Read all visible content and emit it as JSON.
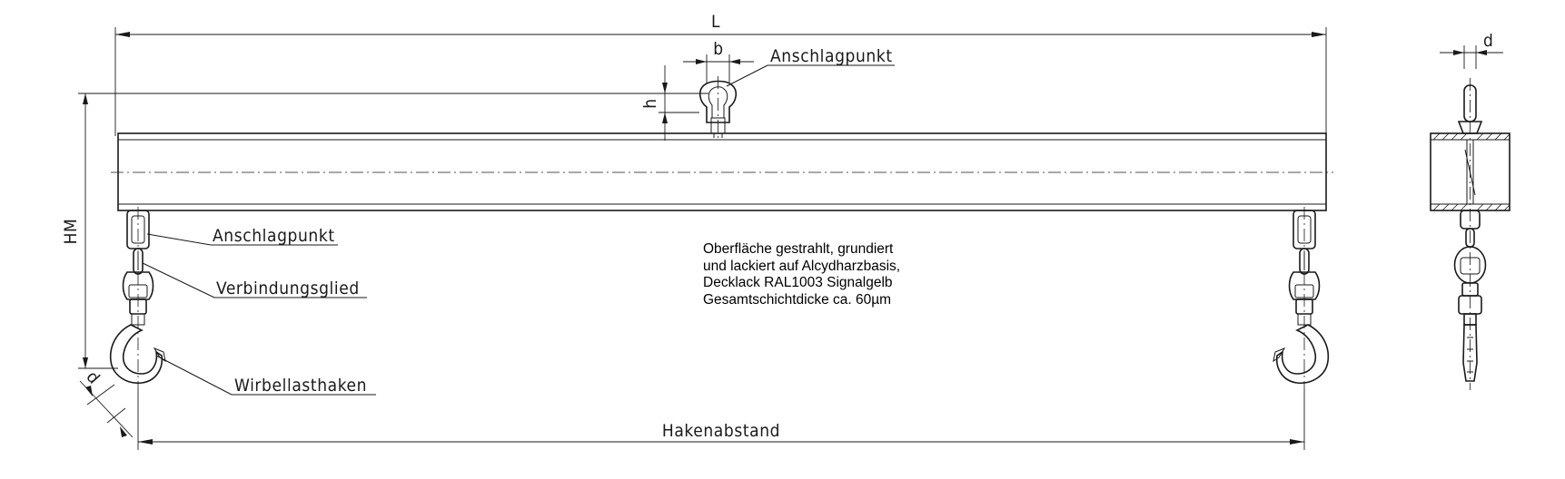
{
  "dimensions": {
    "length": "L",
    "eye_width": "b",
    "eye_height": "h",
    "overall_height": "HM",
    "hook_width": "d",
    "side_width": "d",
    "hook_spacing": "Hakenabstand"
  },
  "labels": {
    "top_attachment": "Anschlagpunkt",
    "lower_attachment": "Anschlagpunkt",
    "connecting_link": "Verbindungsglied",
    "swivel_hook": "Wirbellasthaken"
  },
  "note": {
    "lines": [
      "Oberfläche gestrahlt, grundiert",
      "und lackiert auf Alcydharzbasis,",
      "Decklack RAL1003 Signalgelb",
      "Gesamtschichtdicke ca. 60µm"
    ]
  }
}
